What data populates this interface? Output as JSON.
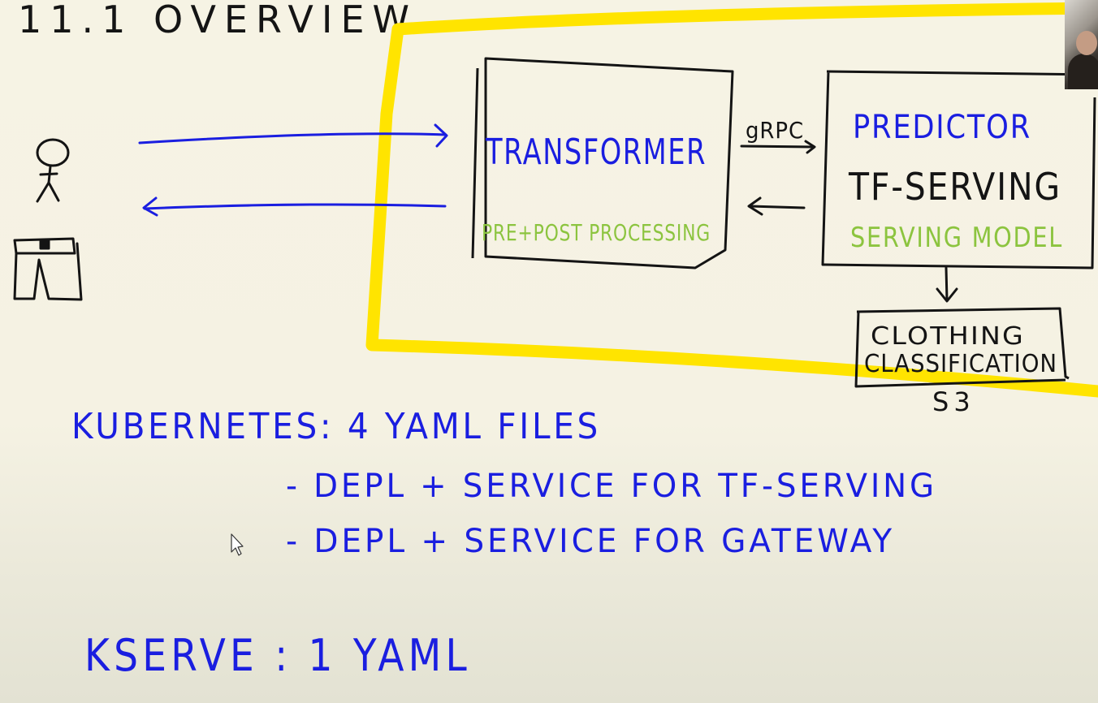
{
  "title": "11.1   OVERVIEW",
  "diagram": {
    "transformer": {
      "title": "TRANSFORMER",
      "subtitle": "PRE+POST PROCESSING"
    },
    "grpc_label": "gRPC",
    "predictor": {
      "title": "PREDICTOR",
      "subtitle": "TF-SERVING",
      "caption": "SERVING MODEL"
    },
    "storage": {
      "line1": "CLOTHING",
      "line2": "CLASSIFICATION",
      "caption": "S3"
    }
  },
  "notes": {
    "kubernetes": "KUBERNETES:  4 YAML  FILES",
    "item1": "- DEPL + SERVICE  FOR  TF-SERVING",
    "item2": "- DEPL + SERVICE  FOR  GATEWAY",
    "kserve": "KSERVE :  1 YAML"
  },
  "colors": {
    "blue_ink": "#1a1ee0",
    "green_ink": "#8cc43f",
    "black_ink": "#141414",
    "highlighter": "#ffe400",
    "background": "#f6f3e4"
  },
  "icons": [
    "stick-figure-icon",
    "shirt-icon",
    "mouse-cursor-icon"
  ]
}
